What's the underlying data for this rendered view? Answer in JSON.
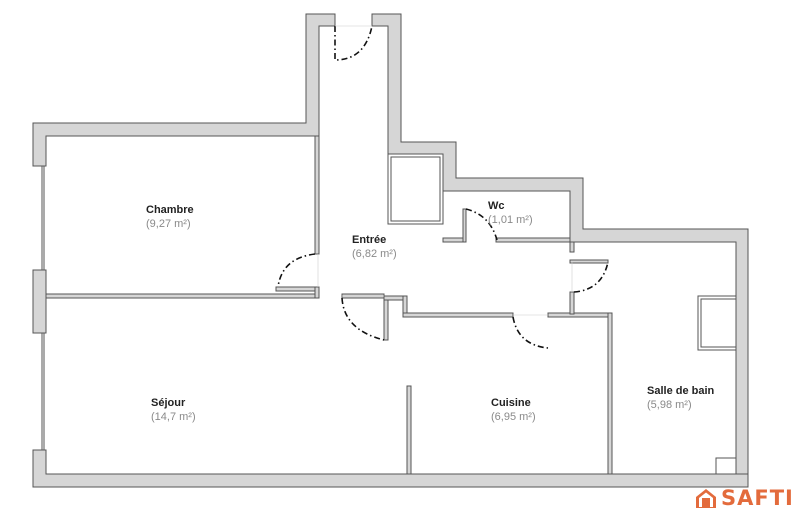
{
  "plan": {
    "wall_fill": "#d6d6d6",
    "wall_stroke": "#555555",
    "background": "#ffffff"
  },
  "rooms": [
    {
      "name": "Chambre",
      "area": "(9,27 m²)"
    },
    {
      "name": "Entrée",
      "area": "(6,82 m²)"
    },
    {
      "name": "Wc",
      "area": "(1,01 m²)"
    },
    {
      "name": "Séjour",
      "area": "(14,7 m²)"
    },
    {
      "name": "Cuisine",
      "area": "(6,95 m²)"
    },
    {
      "name": "Salle de bain",
      "area": "(5,98 m²)"
    }
  ],
  "logo": {
    "text": "SAFTI",
    "icon": "house-icon",
    "color": "#e36b3c"
  }
}
